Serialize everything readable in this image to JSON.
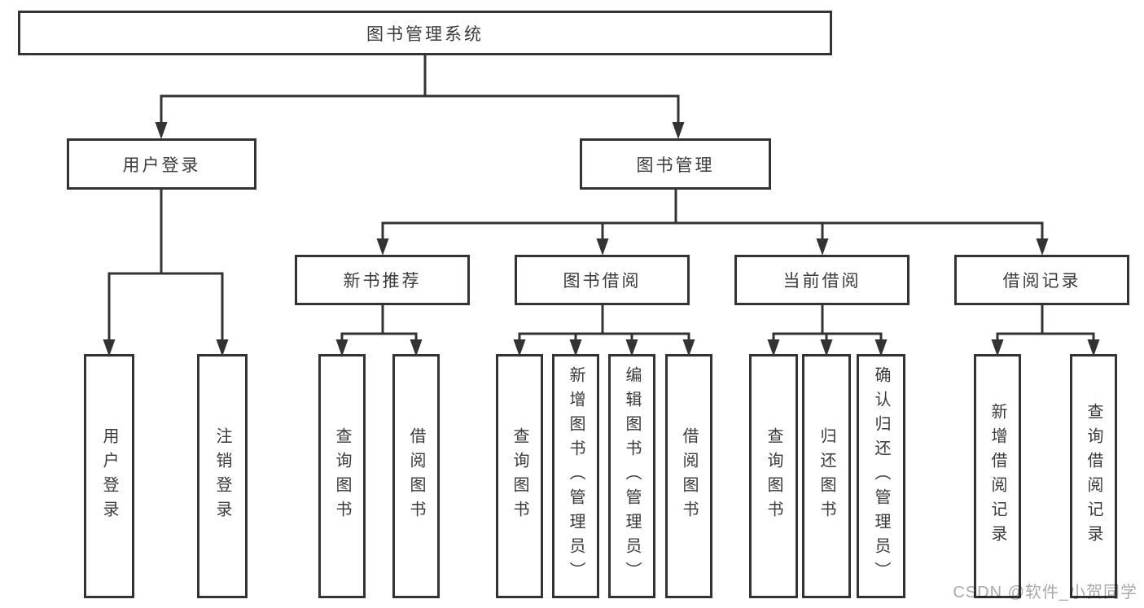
{
  "tree": {
    "label": "图书管理系统",
    "children": [
      {
        "label": "用户登录",
        "children": [
          {
            "label": "用户登录"
          },
          {
            "label": "注销登录"
          }
        ]
      },
      {
        "label": "图书管理",
        "children": [
          {
            "label": "新书推荐",
            "children": [
              {
                "label": "查询图书"
              },
              {
                "label": "借阅图书"
              }
            ]
          },
          {
            "label": "图书借阅",
            "children": [
              {
                "label": "查询图书"
              },
              {
                "label": "新增图书（管理员）"
              },
              {
                "label": "编辑图书（管理员）"
              },
              {
                "label": "借阅图书"
              }
            ]
          },
          {
            "label": "当前借阅",
            "children": [
              {
                "label": "查询图书"
              },
              {
                "label": "归还图书"
              },
              {
                "label": "确认归还（管理员）"
              }
            ]
          },
          {
            "label": "借阅记录",
            "children": [
              {
                "label": "新增借阅记录"
              },
              {
                "label": "查询借阅记录"
              }
            ]
          }
        ]
      }
    ]
  },
  "watermark": "CSDN @软件_小贺同学",
  "colors": {
    "line": "#333333",
    "text": "#3a3a3a",
    "background": "#ffffff",
    "watermark": "#a9a9a9"
  }
}
